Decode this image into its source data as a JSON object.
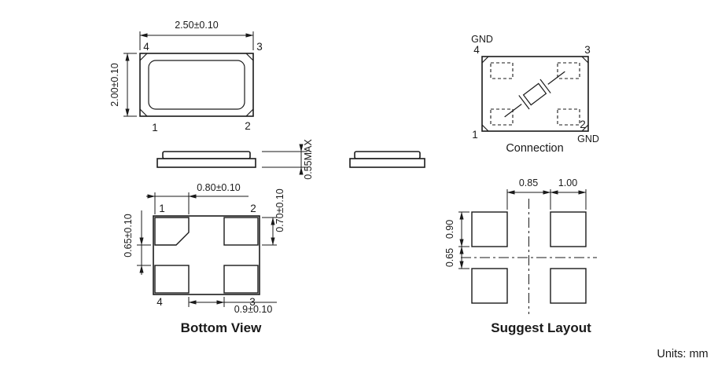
{
  "colors": {
    "line": "#1a1a1a",
    "bg": "#ffffff"
  },
  "units_label": "Units: mm",
  "top_view": {
    "dim_width": "2.50±0.10",
    "dim_height": "2.00±0.10",
    "pin_tl": "4",
    "pin_tr": "3",
    "pin_bl": "1",
    "pin_br": "2"
  },
  "side_view": {
    "dim_height": "0.55MAX"
  },
  "bottom_view": {
    "title": "Bottom View",
    "dim_pad_width": "0.80±0.10",
    "dim_pad_height": "0.70±0.10",
    "dim_gap_vertical": "0.65±0.10",
    "dim_gap_horizontal": "0.9±0.10",
    "pin_tl": "1",
    "pin_tr": "2",
    "pin_bl": "4",
    "pin_br": "3"
  },
  "connection": {
    "title": "Connection",
    "gnd_top": "GND",
    "gnd_bottom": "GND",
    "pin_tl": "4",
    "pin_tr": "3",
    "pin_bl": "1",
    "pin_br": "2"
  },
  "suggest_layout": {
    "title": "Suggest Layout",
    "dim_gap_x": "0.85",
    "dim_pad_w": "1.00",
    "dim_pad_h": "0.90",
    "dim_gap_y": "0.65"
  }
}
